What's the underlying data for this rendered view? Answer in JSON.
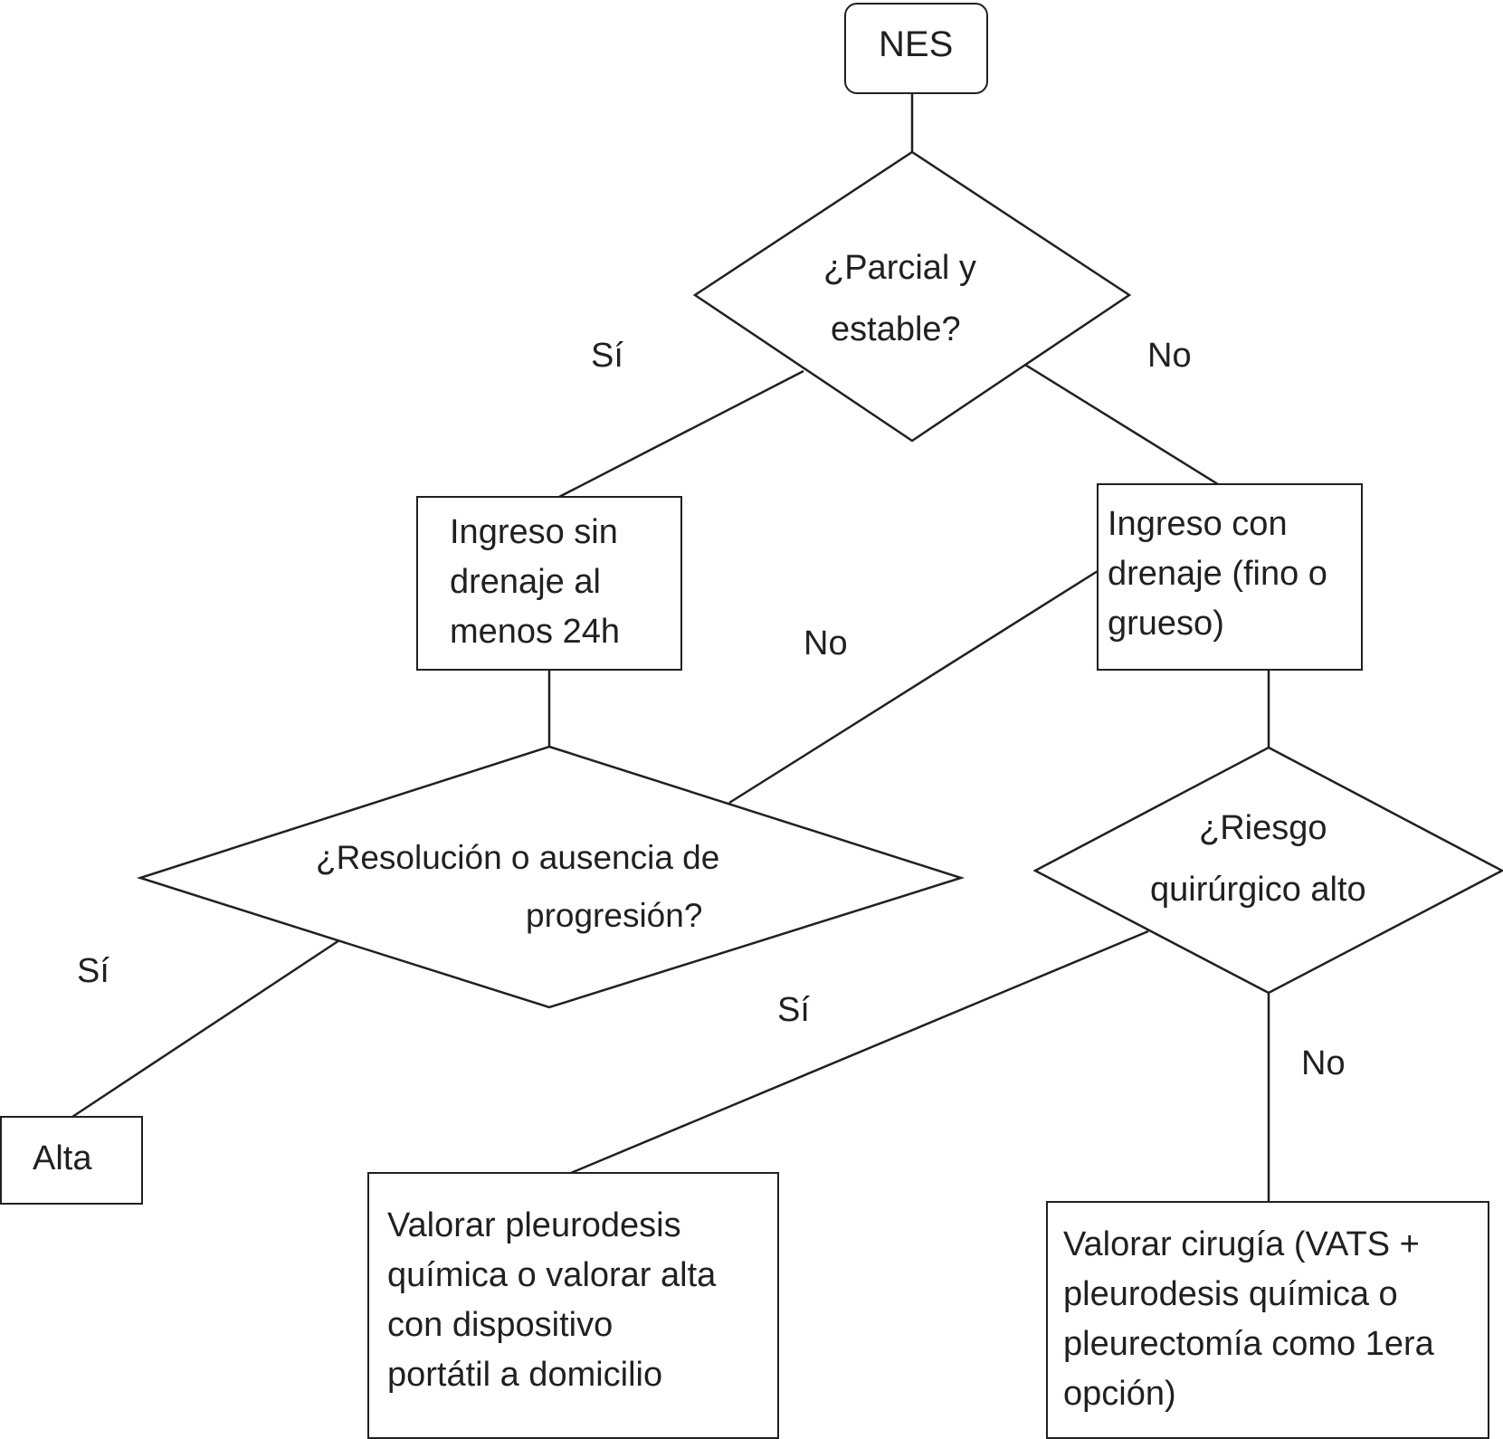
{
  "nodes": {
    "start": "NES",
    "q1": [
      "¿Parcial y",
      "estable?"
    ],
    "left_box": [
      "Ingreso sin",
      "drenaje al",
      "menos 24h"
    ],
    "right_box": [
      "Ingreso con",
      "drenaje (fino o",
      "grueso)"
    ],
    "q2": [
      "¿Resolución o ausencia de",
      "progresión?"
    ],
    "q3": [
      "¿Riesgo",
      "quirúrgico alto"
    ],
    "alta": "Alta",
    "pleurodesis_box": [
      "Valorar pleurodesis",
      "química o valorar alta",
      "con dispositivo",
      "portátil a domicilio"
    ],
    "surgery_box": [
      "Valorar cirugía (VATS +",
      "pleurodesis química o",
      "pleurectomía como 1era",
      "opción)"
    ]
  },
  "edge_labels": {
    "q1_yes": "Sí",
    "q1_no": "No",
    "right_to_q2_no": "No",
    "q2_yes": "Sí",
    "q3_yes": "Sí",
    "q3_no": "No"
  }
}
